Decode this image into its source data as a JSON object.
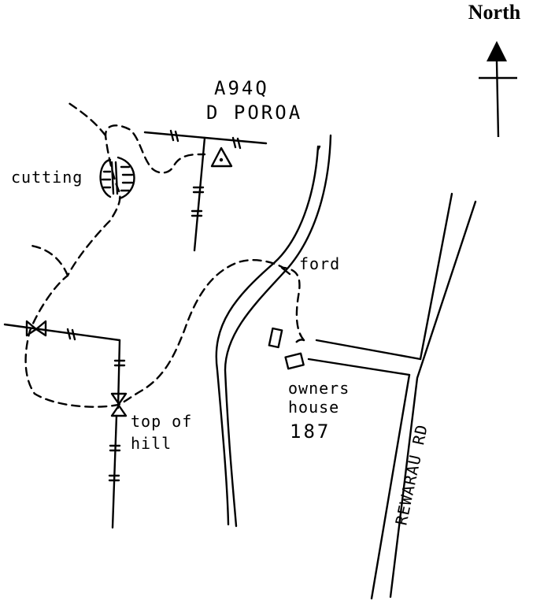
{
  "compass": {
    "label": "North"
  },
  "station": {
    "code": "A94Q",
    "name": "D POROA"
  },
  "labels": {
    "cutting": "cutting",
    "ford": "ford",
    "top_of_hill_line1": "top of",
    "top_of_hill_line2": "hill",
    "owners_house_line1": "owners",
    "owners_house_line2": "house",
    "house_number": "187",
    "road": "REWARAU RD"
  }
}
